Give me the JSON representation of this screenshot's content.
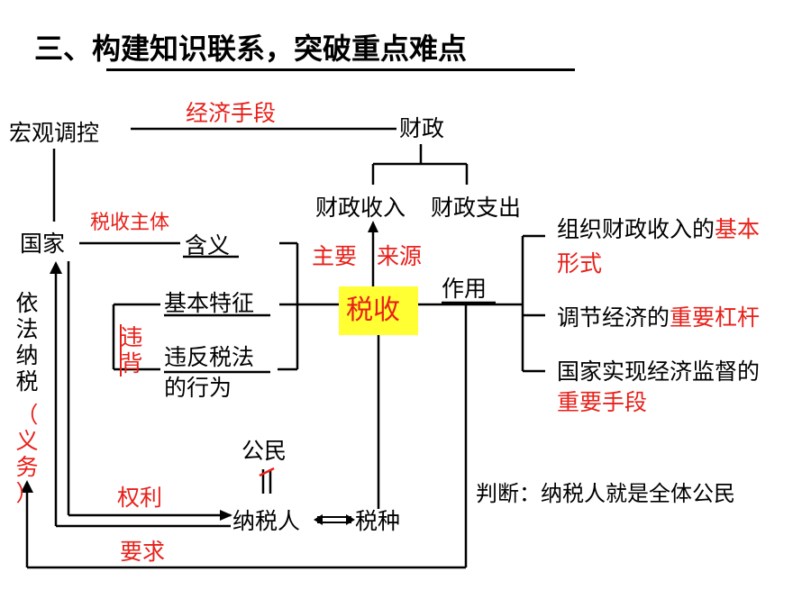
{
  "title": "三、构建知识联系，突破重点难点",
  "nodes": {
    "macro": "宏观调控",
    "economic_means": "经济手段",
    "finance": "财政",
    "fiscal_income": "财政收入",
    "fiscal_expense": "财政支出",
    "state": "国家",
    "tax_subject": "税收主体",
    "meaning": "含义",
    "basic_features": "基本特征",
    "violate": "违背",
    "violation_l1": "违反税法",
    "violation_l2": "的行为",
    "main": "主要",
    "source": "来源",
    "tax": "税收",
    "function": "作用",
    "citizen": "公民",
    "rights": "权利",
    "taxpayer": "纳税人",
    "tax_types": "税种",
    "requirements": "要求",
    "pay_by_law": "依法纳税",
    "obligation": "（义务）"
  },
  "functions": {
    "f1_black": "组织财政收入的",
    "f1_red_a": "基本",
    "f1_red_b": "形式",
    "f2_black": "调节经济的",
    "f2_red": "重要杠杆",
    "f3_black": "国家实现经济监督的",
    "f3_red": "重要手段"
  },
  "judgment": "判断：纳税人就是全体公民",
  "colors": {
    "accent_red": "#e8201a",
    "highlight": "#ffff33",
    "line": "#000000"
  }
}
